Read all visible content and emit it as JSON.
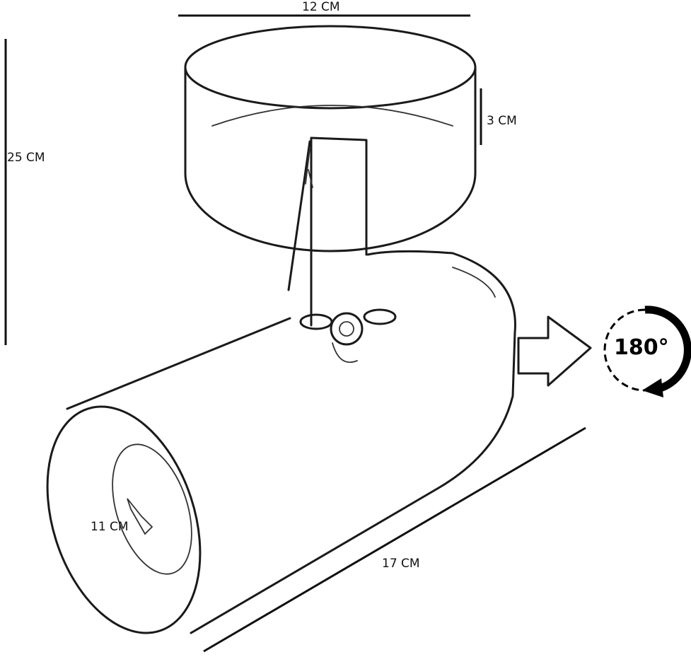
{
  "dimensions": {
    "width_label": "12 CM",
    "canopy_height_label": "3 CM",
    "total_height_label": "25 CM",
    "shade_diameter_label": "11 CM",
    "shade_length_label": "17 CM"
  },
  "rotation_badge": {
    "label": "180°",
    "icon": "rotate-arrow-icon"
  },
  "direction_icon": "outline-arrow-right-icon"
}
